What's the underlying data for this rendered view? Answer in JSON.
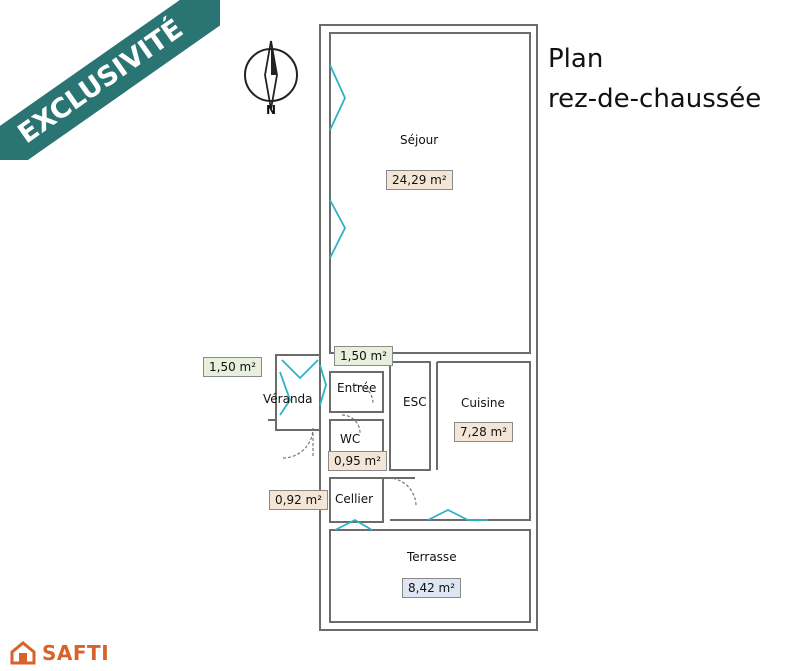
{
  "badge": {
    "text": "EXCLUSIVITÉ"
  },
  "title": {
    "line1": "Plan",
    "line2": "rez-de-chaussée"
  },
  "compass": {
    "north_label": "N"
  },
  "brand": {
    "name": "SAFTI",
    "color": "#d9622b"
  },
  "colors": {
    "badge": "#2a7574",
    "window": "#2bb3c6",
    "area_beige": "#f4e6d6",
    "area_green": "#e8efdc",
    "area_blue": "#dfe6f3"
  },
  "rooms": {
    "sejour": {
      "name": "Séjour",
      "area": "24,29 m²"
    },
    "entree": {
      "name": "Entrée",
      "area": "1,50 m²"
    },
    "veranda": {
      "name": "Véranda",
      "area": "1,50 m²"
    },
    "esc": {
      "name": "ESC"
    },
    "cuisine": {
      "name": "Cuisine",
      "area": "7,28 m²"
    },
    "wc": {
      "name": "WC",
      "area": "0,95 m²"
    },
    "cellier": {
      "name": "Cellier",
      "area": "0,92 m²"
    },
    "terrasse": {
      "name": "Terrasse",
      "area": "8,42 m²"
    }
  }
}
